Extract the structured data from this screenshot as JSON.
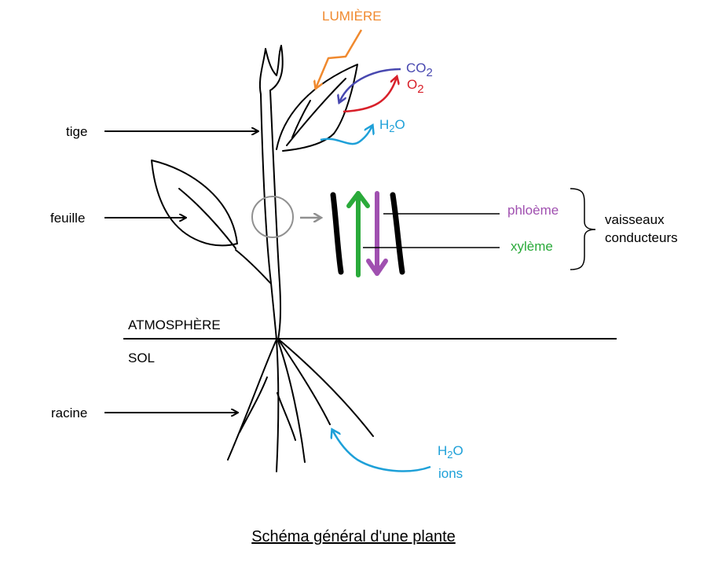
{
  "title": "Schéma général d'une plante",
  "labels": {
    "tige": "tige",
    "feuille": "feuille",
    "racine": "racine",
    "atmosphere": "ATMOSPHÈRE",
    "sol": "SOL",
    "lumiere": "LUMIÈRE",
    "phloeme": "phloème",
    "xyleme": "xylème",
    "vaisseaux_line1": "vaisseaux",
    "vaisseaux_line2": "conducteurs",
    "ions": "ions"
  },
  "chemistry": {
    "co2": {
      "base": "CO",
      "sub": "2"
    },
    "o2": {
      "base": "O",
      "sub": "2"
    },
    "h2o_top": {
      "base": "H",
      "sub": "2",
      "tail": "O"
    },
    "h2o_bottom": {
      "base": "H",
      "sub": "2",
      "tail": "O"
    }
  },
  "colors": {
    "lumiere": "#f0892e",
    "co2": "#4848b0",
    "o2": "#d8202a",
    "water": "#1ea0d8",
    "phloeme": "#a050b0",
    "xyleme": "#2aaa3a",
    "circle": "#909090"
  }
}
